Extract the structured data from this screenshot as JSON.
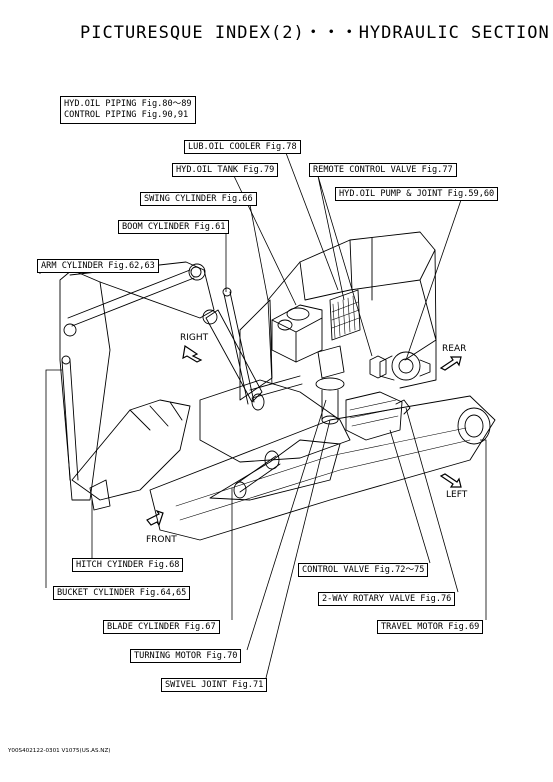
{
  "title": "PICTURESQUE INDEX(2)・・・HYDRAULIC SECTION",
  "labels": {
    "hyd_oil_piping": "HYD.OIL PIPING Fig.80～89",
    "control_piping": "CONTROL PIPING Fig.90,91",
    "lub_oil_cooler": "LUB.OIL COOLER Fig.78",
    "hyd_oil_tank": "HYD.OIL TANK Fig.79",
    "remote_control_valve": "REMOTE CONTROL VALVE Fig.77",
    "swing_cylinder": "SWING CYLINDER Fig.66",
    "hyd_oil_pump": "HYD.OIL PUMP & JOINT Fig.59,60",
    "boom_cylinder": "BOOM CYLINDER Fig.61",
    "arm_cylinder": "ARM CYLINDER Fig.62,63",
    "hitch_cylinder": "HITCH CYINDER Fig.68",
    "bucket_cylinder": "BUCKET CYLINDER Fig.64,65",
    "blade_cylinder": "BLADE CYLINDER Fig.67",
    "turning_motor": "TURNING MOTOR Fig.70",
    "swivel_joint": "SWIVEL JOINT Fig.71",
    "control_valve": "CONTROL VALVE Fig.72～75",
    "rotary_valve": "2-WAY ROTARY VALVE Fig.76",
    "travel_motor": "TRAVEL MOTOR Fig.69"
  },
  "directions": {
    "right": "RIGHT",
    "rear": "REAR",
    "left": "LEFT",
    "front": "FRONT"
  },
  "footer": "Y00S402122-0301 V1075(US.AS.NZ)"
}
